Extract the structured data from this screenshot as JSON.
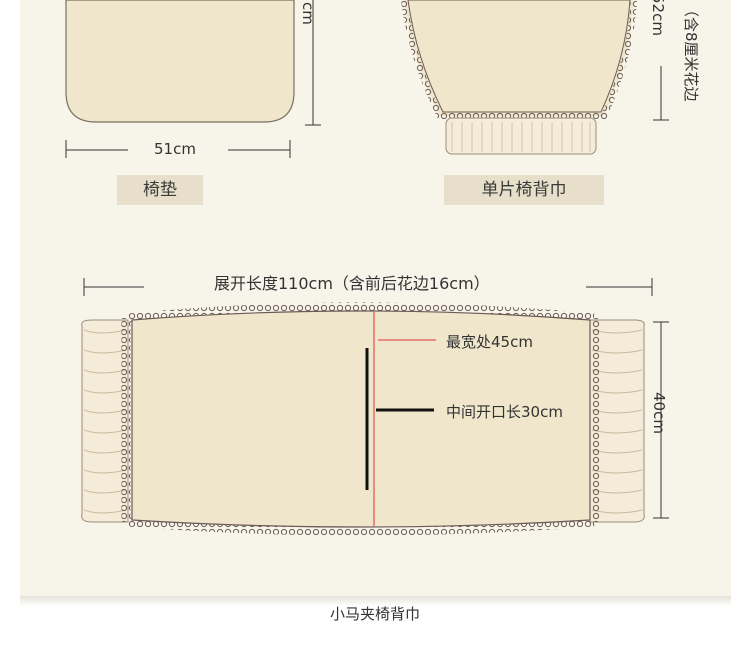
{
  "top_left": {
    "width_label": "51cm",
    "height_label_partial": "cm",
    "name": "椅垫"
  },
  "top_right": {
    "height_label_partial": "52cm",
    "note_partial": "（含8厘米花边",
    "name": "单片椅背巾"
  },
  "bottom": {
    "length_label": "展开长度110cm（含前后花边16cm）",
    "widest_label": "最宽处45cm",
    "opening_label": "中间开口长30cm",
    "height_label": "40cm",
    "caption": "小马夹椅背巾"
  },
  "colors": {
    "panel_bg": "#f7f4ea",
    "fabric": "#efe6cc",
    "lace": "#6b5a55",
    "ruffle": "#f4ecd8",
    "red_line": "#e0312e",
    "label_box": "#e7dfc9"
  }
}
